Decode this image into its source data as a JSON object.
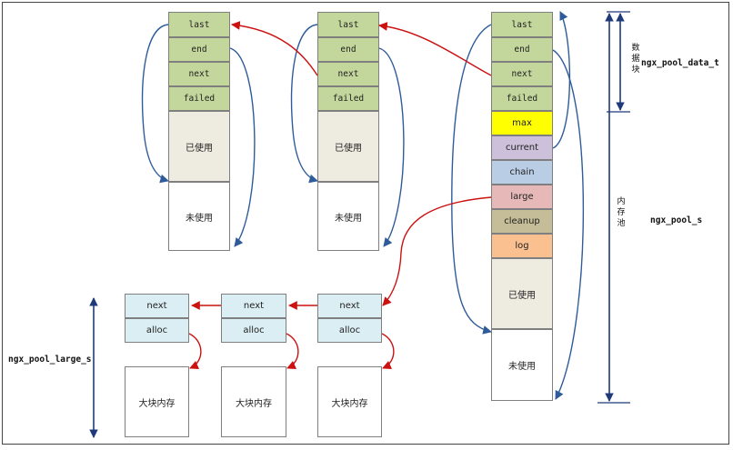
{
  "pool_fields": {
    "last": "last",
    "end": "end",
    "next": "next",
    "failed": "failed",
    "max": "max",
    "current": "current",
    "chain": "chain",
    "large": "large",
    "cleanup": "cleanup",
    "log": "log"
  },
  "regions": {
    "used": "已使用",
    "unused": "未使用",
    "big_block": "大块内存"
  },
  "large_fields": {
    "next": "next",
    "alloc": "alloc"
  },
  "labels": {
    "data_block_vertical": "数据块",
    "pool_vertical": "内存池",
    "data_t": "ngx_pool_data_t",
    "pool_s": "ngx_pool_s",
    "large_s": "ngx_pool_large_s"
  },
  "colors": {
    "header_green": "#c3d69b",
    "used_gray": "#eeece1",
    "max_yellow": "#ffff00",
    "current_lavender": "#ccc0da",
    "chain_blue": "#b9cde5",
    "large_pink": "#e6b9b8",
    "cleanup_olive": "#c4bd97",
    "log_orange": "#fac090",
    "large_cell_blue": "#dbeef4",
    "arrow_blue": "#2e5c9a",
    "arrow_red": "#cc1111",
    "axis_navy": "#1f3a7a"
  }
}
